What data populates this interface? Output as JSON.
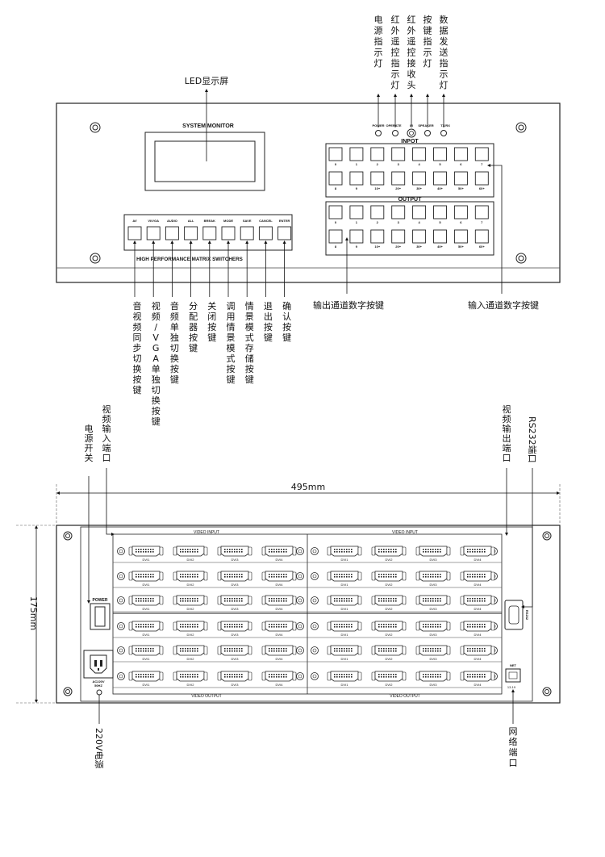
{
  "front": {
    "system_monitor": "SYSTEM MONITOR",
    "led_label": "LED显示屏",
    "brand_line": "HIGH PERFORMANCE MATRIX SWITCHERS",
    "inpot_title": "INPOT",
    "output_title": "OUTPUT",
    "indicators": [
      "POWER",
      "OPERATE",
      "IR",
      "SPEAKER",
      "TX/RX"
    ],
    "indicator_callouts": [
      "电源指示灯",
      "红外遥控指示灯",
      "红外遥控接收头",
      "按键指示灯",
      "数据发送指示灯"
    ],
    "function_buttons": [
      "AV",
      "VI/VGA",
      "AUDIO",
      "ALL",
      "BREAK",
      "MODE",
      "SAVE",
      "CANCEL",
      "ENTER"
    ],
    "function_callouts": [
      "音视频同步切换按键",
      "视频/VGA单独切换按键",
      "音频单独切换按键",
      "分配器按键",
      "关闭按键",
      "调用情景模式按键",
      "情景模式存储按键",
      "退出按键",
      "确认按键"
    ],
    "keypad_row1": [
      "0",
      "1",
      "2",
      "3",
      "4",
      "5",
      "6",
      "7"
    ],
    "keypad_row2": [
      "8",
      "9",
      "10+",
      "20+",
      "30+",
      "40+",
      "50+",
      "60+"
    ],
    "output_keys_callout": "输出通道数字按键",
    "input_keys_callout": "输入通道数字按键"
  },
  "rear": {
    "width_dim": "495mm",
    "height_dim": "175mm",
    "video_input": "VIDEO INPUT",
    "video_output": "VIDEO OUTPUT",
    "port_names": [
      "DVI1",
      "DVI2",
      "DVI3",
      "DVI4"
    ],
    "power_switch": "POWER",
    "ac_line1": "AC220V",
    "ac_line2": "50HZ",
    "rs232_tag": "RS232",
    "net_label": "NET",
    "net_sub": "13-19",
    "callout_power_switch": "电源开关",
    "callout_video_in": "视频输入端口",
    "callout_video_out": "视频输出端口",
    "callout_rs232": "RS232端口",
    "callout_power": "220V电源",
    "callout_network": "网络端口"
  }
}
